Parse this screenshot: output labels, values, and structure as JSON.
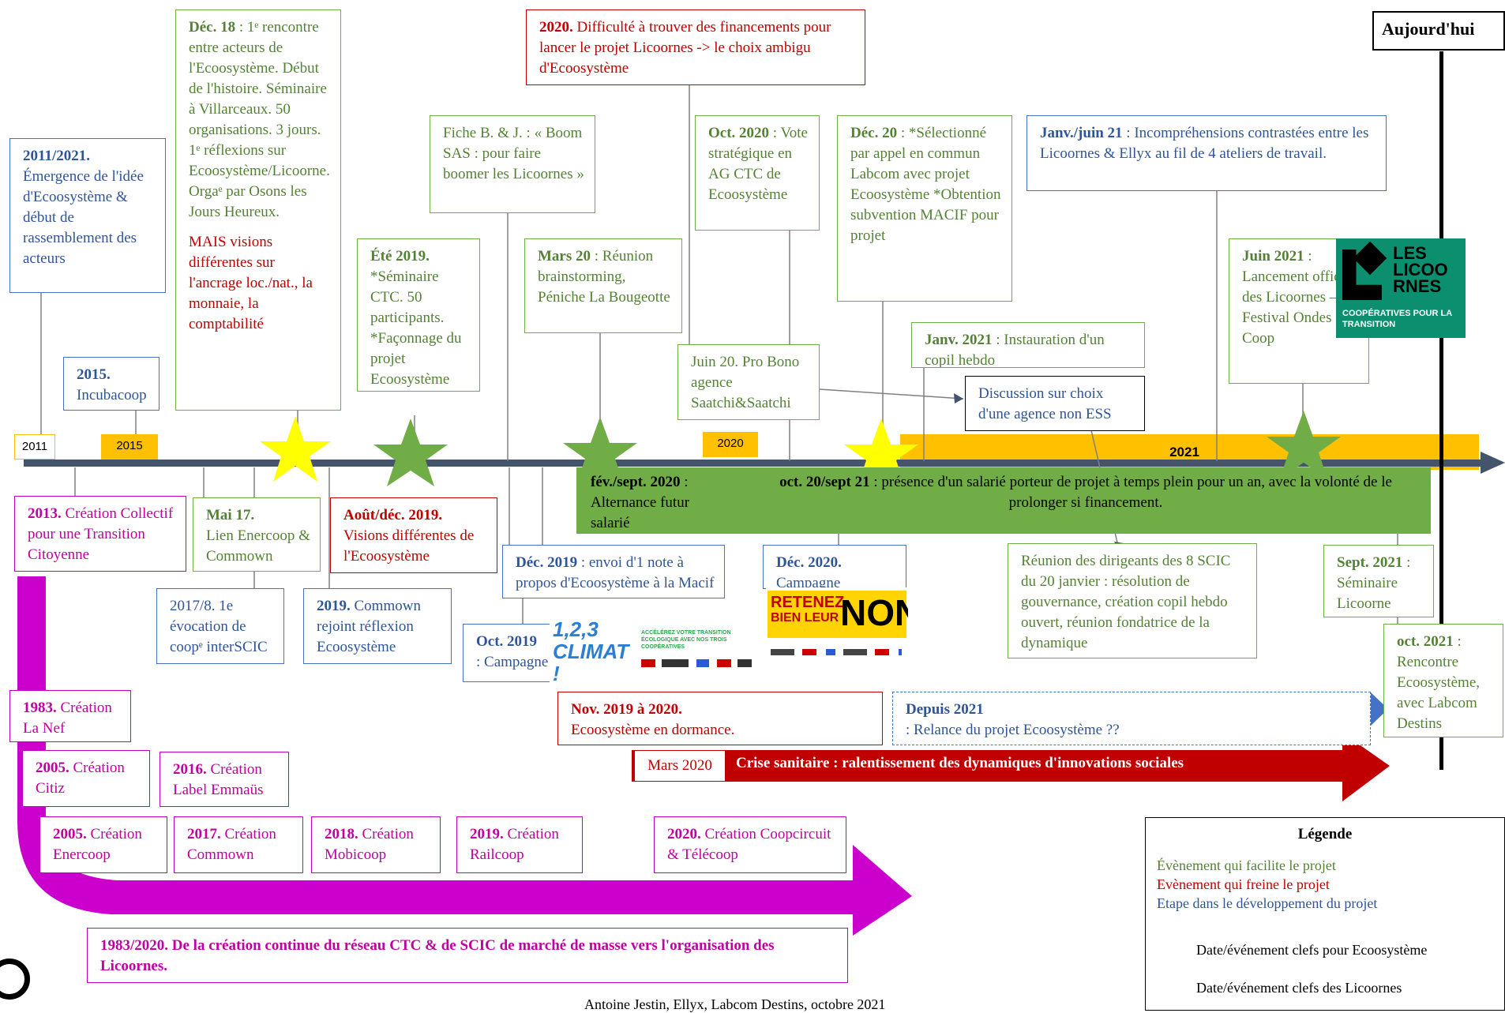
{
  "today": {
    "label": "Aujourd'hui"
  },
  "axis": {
    "y2011": "2011",
    "y2015": "2015",
    "y2020": "2020",
    "y2021": "2021"
  },
  "top_events": {
    "e2011": {
      "bold": "2011/2021.",
      "text": "Émergence de l'idée d'Ecoosystème & début de rassemblement des acteurs"
    },
    "e2015": {
      "bold": "2015.",
      "text": "Incubacoop"
    },
    "dec18": {
      "bold": "Déc. 18",
      "text": ": 1ᵉ rencontre entre acteurs de l'Ecoosystème. Début de l'histoire. Séminaire à Villarceaux. 50 organisations. 3 jours. 1ᵉ réflexions sur Ecoosystème/Licoorne. Orgaᵉ par Osons les Jours Heureux.",
      "red": "MAIS visions différentes sur l'ancrage loc./nat., la monnaie, la comptabilité"
    },
    "ete2019": {
      "bold": "Été 2019.",
      "text": "*Séminaire CTC. 50 participants. *Façonnage du projet Ecoosystème"
    },
    "fiche": {
      "text": "Fiche B. & J. : « Boom SAS : pour faire boomer les Licoornes »"
    },
    "f2020": {
      "bold": "2020.",
      "text": "Difficulté à trouver des financements pour lancer le projet Licoornes -> le choix ambigu d'Ecoosystème"
    },
    "mars20": {
      "bold": "Mars 20",
      "text": ": Réunion brainstorming, Péniche La Bougeotte"
    },
    "oct2020": {
      "bold": "Oct. 2020",
      "text": ": Vote stratégique en AG CTC de Ecoosystème"
    },
    "juin20": {
      "text": "Juin 20. Pro Bono agence Saatchi&Saatchi"
    },
    "dec20": {
      "bold": "Déc. 20",
      "text": ": *Sélectionné par appel en commun Labcom avec projet Ecoosystème *Obtention subvention MACIF pour projet"
    },
    "janv2021": {
      "bold": "Janv. 2021",
      "text": ": Instauration d'un copil hebdo"
    },
    "discussion": {
      "text": "Discussion sur choix d'une agence non ESS"
    },
    "janvjuin21": {
      "bold": "Janv./juin 21",
      "text": ": Incompréhensions contrastées entre les Licoornes & Ellyx au fil de 4 ateliers de travail."
    },
    "juin2021": {
      "bold": "Juin 2021",
      "text": ": Lancement officiel des Licoornes – Festival Ondes de Coop"
    }
  },
  "green_band": {
    "left_bold": "fév./sept. 2020",
    "left_text": ": Alternance futur salarié",
    "right_bold": "oct. 20/sept 21",
    "right_text": ": présence d'un salarié porteur de projet à temps plein pour un an, avec la volonté de le prolonger si financement."
  },
  "bottom_events": {
    "e2013": {
      "bold": "2013.",
      "text": "Création Collectif pour une Transition Citoyenne"
    },
    "mai17": {
      "bold": "Mai 17.",
      "text": "Lien Enercoop & Commown"
    },
    "aout2019": {
      "bold": "Août/déc. 2019.",
      "text": "Visions différentes de l'Ecoosystème"
    },
    "e20178": {
      "text": "2017/8. 1e évocation de coopᵉ interSCIC"
    },
    "e2019c": {
      "bold": "2019.",
      "text": "Commown rejoint réflexion Ecoosystème"
    },
    "dec2019": {
      "bold": "Déc. 2019",
      "text": ": envoi d'1 note à propos d'Ecoosystème à la Macif"
    },
    "oct2019": {
      "bold": "Oct. 2019",
      "text": ": Campagne"
    },
    "dec2020": {
      "bold": "Déc. 2020.",
      "text": "Campagne"
    },
    "reunion20": {
      "text": "Réunion des dirigeants des 8 SCIC du 20 janvier : résolution de gouvernance, création copil hebdo ouvert, réunion fondatrice de la dynamique"
    },
    "sept2021": {
      "bold": "Sept. 2021",
      "text": ": Séminaire Licoorne"
    },
    "oct2021": {
      "bold": "oct. 2021",
      "text": ": Rencontre Ecoosystème, avec Labcom Destins"
    },
    "nov2019": {
      "bold": "Nov. 2019 à 2020.",
      "text": "Ecoosystème en dormance."
    },
    "depuis2021": {
      "bold": "Depuis 2021",
      "text": ": Relance du projet Ecoosystème ??"
    }
  },
  "crisis": {
    "date": "Mars 2020",
    "text": "Crise sanitaire : ralentissement des dynamiques d'innovations sociales"
  },
  "network": {
    "e1983": {
      "bold": "1983.",
      "text": "Création La Nef"
    },
    "e2005citiz": {
      "bold": "2005.",
      "text": "Création Citiz"
    },
    "e2016": {
      "bold": "2016.",
      "text": "Création Label Emmaüs"
    },
    "e2005enercoop": {
      "bold": "2005.",
      "text": "Création Enercoop"
    },
    "e2017": {
      "bold": "2017.",
      "text": "Création Commown"
    },
    "e2018": {
      "bold": "2018.",
      "text": "Création Mobicoop"
    },
    "e2019r": {
      "bold": "2019.",
      "text": "Création Railcoop"
    },
    "e2020": {
      "bold": "2020.",
      "text": "Création Coopcircuit & Télécoop"
    },
    "summary": "1983/2020. De la création continue du réseau CTC & de SCIC de marché de masse vers l'organisation des Licoornes."
  },
  "licoornes_logo": {
    "line1": "LES",
    "line2": "LICOO",
    "line3": "RNES",
    "sub": "COOPÉRATIVES POUR LA TRANSITION"
  },
  "climat_badge": {
    "text": "1,2,3 CLIMAT !",
    "small": "ACCÉLÉREZ VOTRE TRANSITION ÉCOLOGIQUE AVEC NOS TROIS COOPÉRATIVES"
  },
  "non_badge": {
    "line1": "RETENEZ",
    "line2": "BIEN LEUR",
    "word": "NON"
  },
  "legend": {
    "title": "Légende",
    "green": "Évènement qui facilite le projet",
    "red": "Evènement qui freine le projet",
    "blue": "Etape dans le développement du projet",
    "yellow_star": "Date/événement clefs pour Ecoosystème",
    "green_star": "Date/événement clefs des Licoornes"
  },
  "footer": "Antoine Jestin, Ellyx, Labcom Destins, octobre 2021",
  "colors": {
    "axis": "#44546a",
    "year_band": "#ffc000",
    "green_band": "#70ad47",
    "magenta": "#cc00cc",
    "crisis": "#c00000",
    "blue_arrow": "#4472c4"
  }
}
